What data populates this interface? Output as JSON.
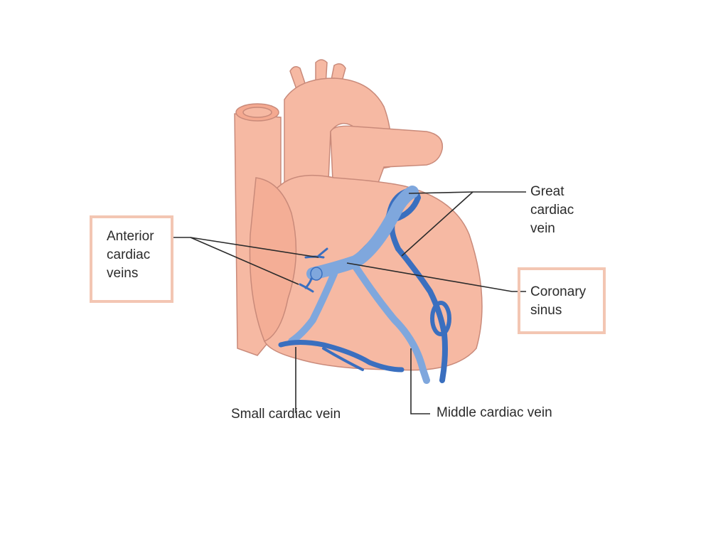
{
  "labels": {
    "anterior_cardiac_veins": "Anterior\ncardiac\nveins",
    "great_cardiac_vein": "Great\ncardiac\nvein",
    "coronary_sinus": "Coronary\nsinus",
    "small_cardiac_vein": "Small cardiac vein",
    "middle_cardiac_vein": "Middle cardiac vein"
  },
  "colors": {
    "heart_fill": "#f6b9a3",
    "heart_stroke": "#c98a7a",
    "vein_dark": "#3a6fbf",
    "vein_light": "#7fa7dd",
    "label_box": "#f3c6b3",
    "leader_line": "#2b2b2b"
  }
}
